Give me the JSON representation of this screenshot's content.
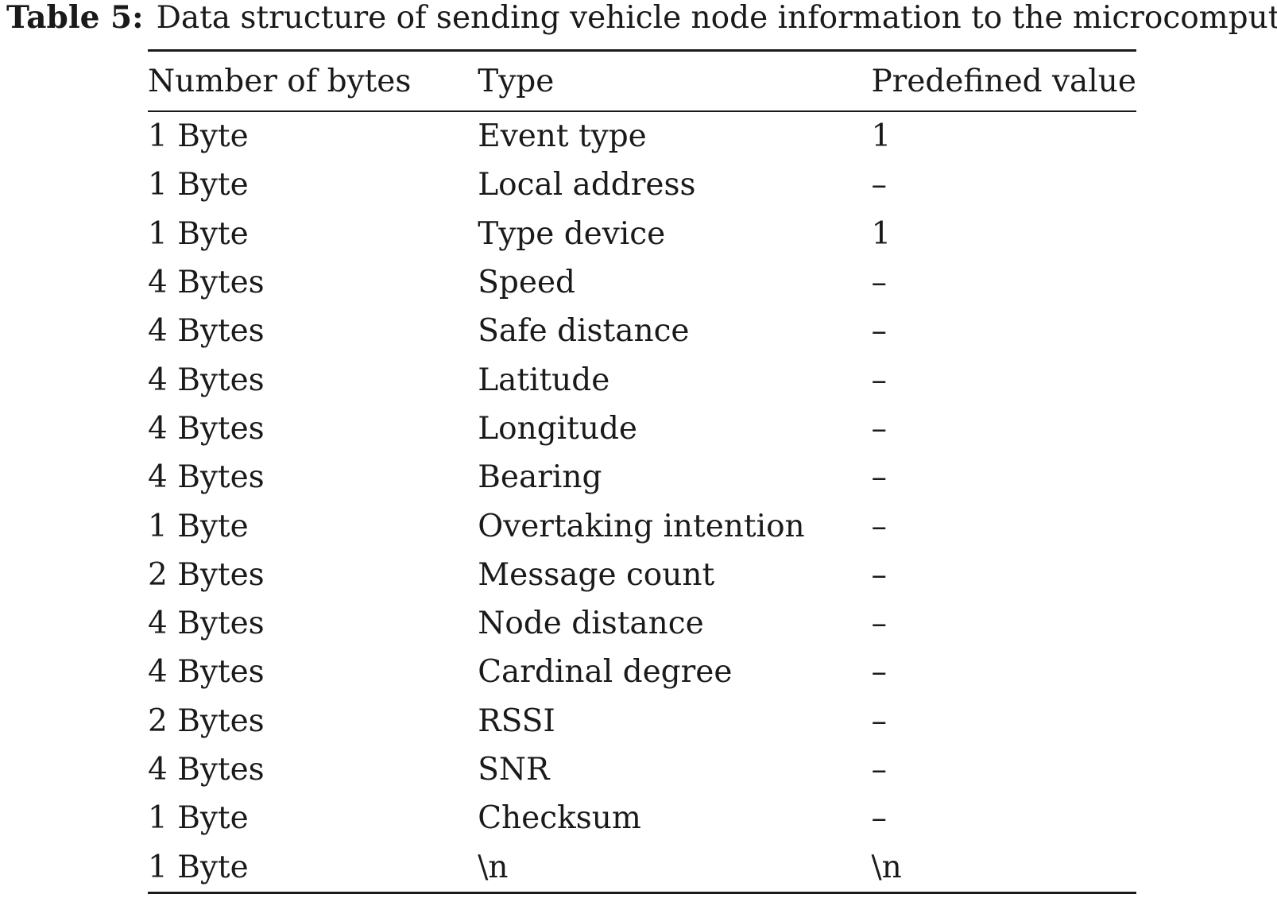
{
  "caption": {
    "label": "Table 5:",
    "text": "Data structure of sending vehicle node information to the microcomputer"
  },
  "table": {
    "headers": [
      "Number of bytes",
      "Type",
      "Predefined value"
    ],
    "rows": [
      [
        "1 Byte",
        "Event type",
        "1"
      ],
      [
        "1 Byte",
        "Local address",
        "–"
      ],
      [
        "1 Byte",
        "Type device",
        "1"
      ],
      [
        "4 Bytes",
        "Speed",
        "–"
      ],
      [
        "4 Bytes",
        "Safe distance",
        "–"
      ],
      [
        "4 Bytes",
        "Latitude",
        "–"
      ],
      [
        "4 Bytes",
        "Longitude",
        "–"
      ],
      [
        "4 Bytes",
        "Bearing",
        "–"
      ],
      [
        "1 Byte",
        "Overtaking intention",
        "–"
      ],
      [
        "2 Bytes",
        "Message count",
        "–"
      ],
      [
        "4 Bytes",
        "Node distance",
        "–"
      ],
      [
        "4 Bytes",
        "Cardinal degree",
        "–"
      ],
      [
        "2 Bytes",
        "RSSI",
        "–"
      ],
      [
        "4 Bytes",
        "SNR",
        "–"
      ],
      [
        "1 Byte",
        "Checksum",
        "–"
      ],
      [
        "1 Byte",
        "\\n",
        "\\n"
      ]
    ]
  }
}
